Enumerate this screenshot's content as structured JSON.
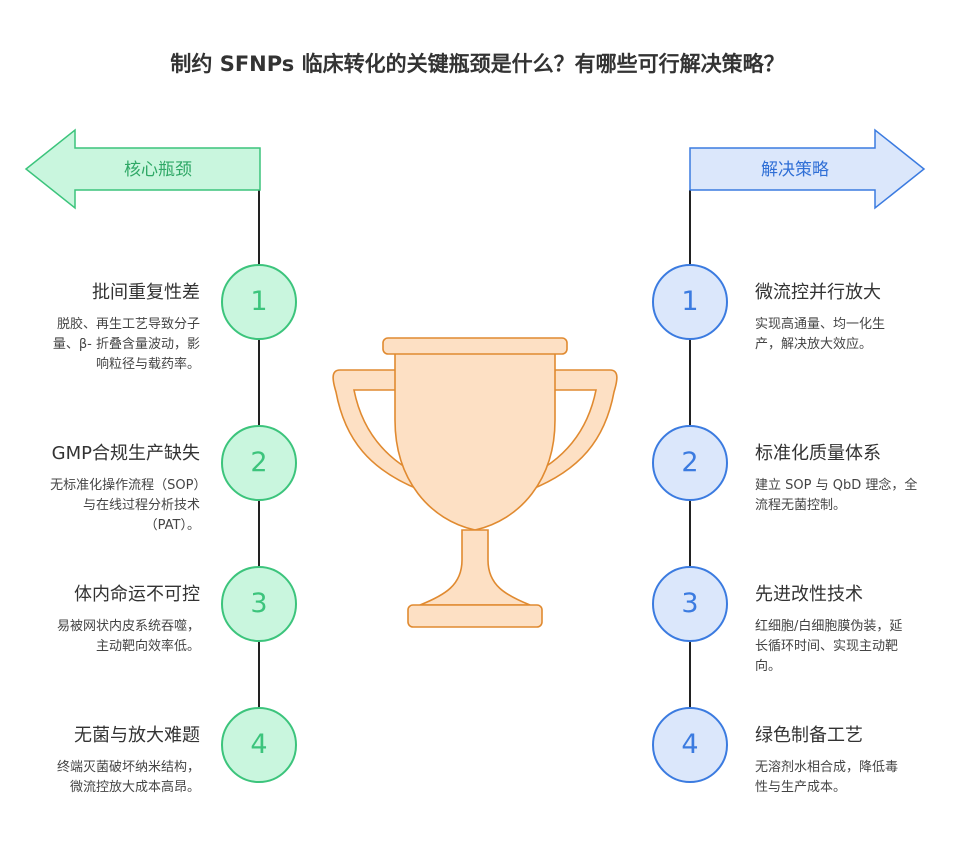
{
  "title": "制约 SFNPs 临床转化的关键瓶颈是什么？有哪些可行解决策略？",
  "left": {
    "label": "核心瓶颈",
    "color": "#3cc47c",
    "items": [
      {
        "num": "1",
        "title": "批间重复性差",
        "desc": "脱胶、再生工艺导致分子量、β- 折叠含量波动，影响粒径与载药率。"
      },
      {
        "num": "2",
        "title": "GMP合规生产缺失",
        "desc": "无标准化操作流程（SOP）与在线过程分析技术（PAT）。"
      },
      {
        "num": "3",
        "title": "体内命运不可控",
        "desc": "易被网状内皮系统吞噬，主动靶向效率低。"
      },
      {
        "num": "4",
        "title": "无菌与放大难题",
        "desc": "终端灭菌破坏纳米结构，微流控放大成本高昂。"
      }
    ]
  },
  "right": {
    "label": "解决策略",
    "color": "#3b7be0",
    "items": [
      {
        "num": "1",
        "title": "微流控并行放大",
        "desc": "实现高通量、均一化生产，解决放大效应。"
      },
      {
        "num": "2",
        "title": "标准化质量体系",
        "desc": "建立 SOP 与 QbD 理念，全流程无菌控制。"
      },
      {
        "num": "3",
        "title": "先进改性技术",
        "desc": "红细胞/白细胞膜伪装，延长循环时间、实现主动靶向。"
      },
      {
        "num": "4",
        "title": "绿色制备工艺",
        "desc": "无溶剂水相合成，降低毒性与生产成本。"
      }
    ]
  }
}
